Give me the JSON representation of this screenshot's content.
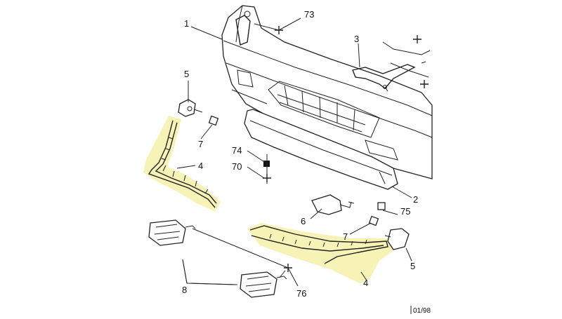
{
  "diagram": {
    "labels": {
      "c1": "1",
      "c2": "2",
      "c3": "3",
      "c4_left": "4",
      "c4_right": "4",
      "c5_top": "5",
      "c5_bottom": "5",
      "c6": "6",
      "c7_top": "7",
      "c7_bottom": "7",
      "c8": "8",
      "c70": "70",
      "c73": "73",
      "c74": "74",
      "c75": "75",
      "c76": "76"
    },
    "reference": "01/98",
    "highlight_color": "#f6f0a8"
  }
}
